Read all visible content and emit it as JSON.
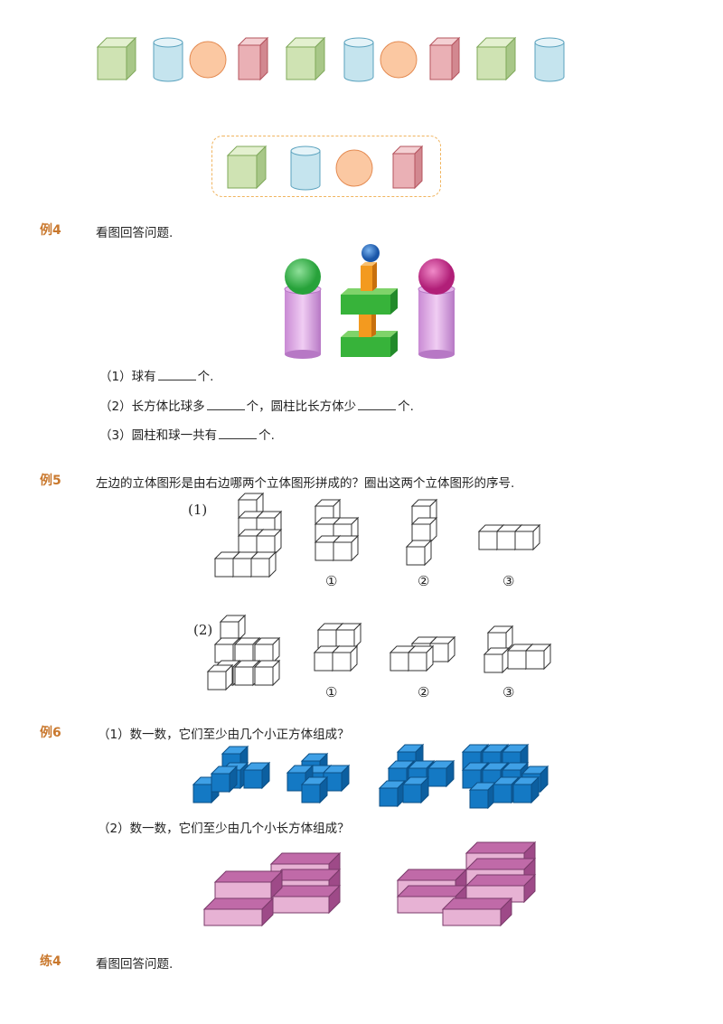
{
  "shape_row": [
    "cube-icon",
    "cylinder-icon",
    "sphere-icon",
    "box-icon",
    "cube-icon",
    "cylinder-icon",
    "sphere-icon",
    "box-icon",
    "cube-icon",
    "cylinder-icon"
  ],
  "shape_group": [
    "cube-icon",
    "cylinder-icon",
    "sphere-icon",
    "box-icon"
  ],
  "colors": {
    "cube_green": "#cfe3b3",
    "cylinder_blue": "#c5e4ee",
    "sphere_orange": "#fbc8a2",
    "box_red": "#eab0b5",
    "label_orange": "#c9782d",
    "dash": "#f0b45f",
    "cube_blue": "#1479c4",
    "slab_pink": "#e7b2d4"
  },
  "ex4": {
    "label": "例4",
    "prompt": "看图回答问题.",
    "q1_a": "（1）球有",
    "q1_b": "个.",
    "q2_a": "（2）长方体比球多",
    "q2_b": "个，圆柱比长方体少",
    "q2_c": "个.",
    "q3_a": "（3）圆柱和球一共有",
    "q3_b": "个."
  },
  "ex5": {
    "label": "例5",
    "prompt": "左边的立体图形是由右边哪两个立体图形拼成的？圈出这两个立体图形的序号.",
    "p1": "(1)",
    "p2": "(2)",
    "n1": "①",
    "n2": "②",
    "n3": "③"
  },
  "ex6": {
    "label": "例6",
    "q1": "（1）数一数，它们至少由几个小正方体组成？",
    "q2": "（2）数一数，它们至少由几个小长方体组成？"
  },
  "pr4": {
    "label": "练4",
    "prompt": "看图回答问题."
  }
}
